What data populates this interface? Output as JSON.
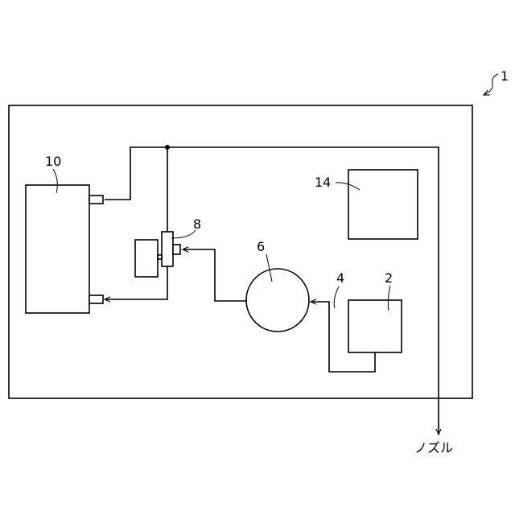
{
  "labels": {
    "system": "1",
    "tank": "2",
    "pipe": "4",
    "pump": "6",
    "valve": "8",
    "unit": "10",
    "controller": "14",
    "nozzle": "ノズル"
  }
}
